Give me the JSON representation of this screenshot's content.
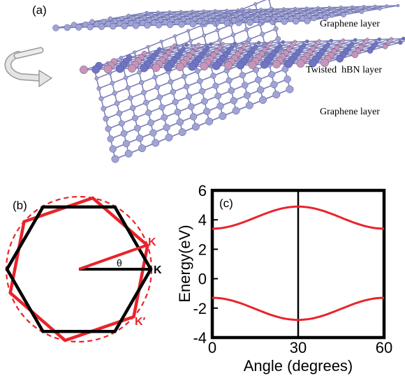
{
  "panel_a": {
    "label": "(a)",
    "layers": {
      "top": "Graphene layer",
      "middle": "Twisted  hBN layer",
      "bottom": "Graphene layer"
    },
    "colors": {
      "carbon": "#9fa3d6",
      "boron": "#c894b8",
      "nitrogen": "#6f74c4",
      "bond": "#7c7fb8",
      "arrow": "#d0d0d0"
    },
    "icons": [
      "rotation-arrow-icon"
    ]
  },
  "panel_b": {
    "label": "(b)",
    "theta": "θ",
    "k_rotated": "K",
    "k_prime": "K′",
    "k_black": "K",
    "colors": {
      "black_hexagon": "#000000",
      "red_hexagon": "#e8242b",
      "dashed_circle": "#e8242b"
    }
  },
  "panel_c": {
    "label": "(c)",
    "chart_data": {
      "type": "line",
      "xlabel": "Angle (degrees)",
      "ylabel": "Energy(eV)",
      "xlim": [
        0,
        60
      ],
      "ylim": [
        -4,
        6
      ],
      "xticks": [
        "0",
        "30",
        "60"
      ],
      "yticks": [
        "6",
        "4",
        "2",
        "0",
        "-2",
        "-4"
      ],
      "vertical_line_x": 30,
      "series": [
        {
          "x": [
            0,
            10,
            20,
            30,
            40,
            50,
            60
          ],
          "y": [
            3.4,
            3.8,
            4.5,
            4.9,
            4.5,
            3.8,
            3.4
          ]
        },
        {
          "x": [
            0,
            10,
            20,
            30,
            40,
            50,
            60
          ],
          "y": [
            -1.3,
            -1.7,
            -2.4,
            -2.8,
            -2.4,
            -1.7,
            -1.3
          ]
        }
      ],
      "line_color": "#e8242b"
    }
  }
}
